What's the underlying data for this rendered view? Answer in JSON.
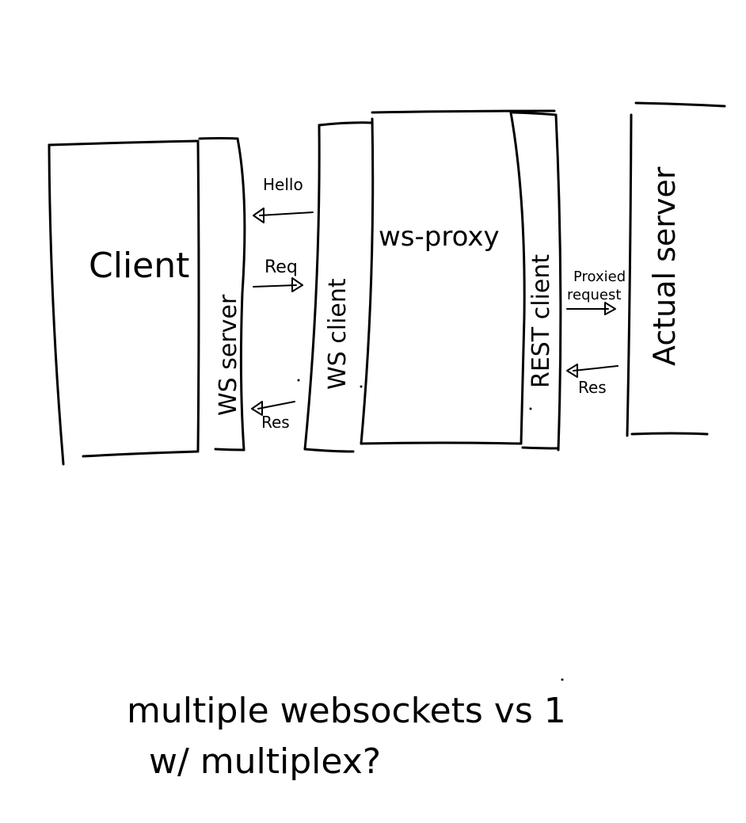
{
  "diagram": {
    "boxes": {
      "client": "Client",
      "ws_server": "WS server",
      "ws_client": "WS client",
      "ws_proxy": "ws-proxy",
      "rest_client": "REST client",
      "actual_server": "Actual server"
    },
    "arrows": {
      "hello": "Hello",
      "req": "Req",
      "res_left": "Res",
      "proxied_line1": "Proxied",
      "proxied_line2": "request",
      "res_right": "Res"
    },
    "note": {
      "line1": "multiple websockets vs 1",
      "line2": "w/ multiplex?"
    }
  }
}
